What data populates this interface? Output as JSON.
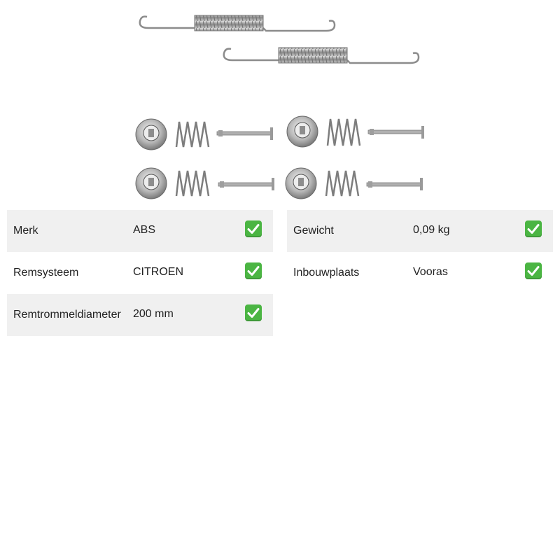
{
  "colors": {
    "check": "#4bb543",
    "row_shade": "#f0f0f0"
  },
  "product_image": {
    "icon": "brake-shoe-spring-kit-icon"
  },
  "specs_left": [
    {
      "label": "Merk",
      "value": "ABS",
      "icon": "check-icon"
    },
    {
      "label": "Remsysteem",
      "value": "CITROEN",
      "icon": "check-icon"
    },
    {
      "label": "Remtrommeldiameter",
      "value": "200 mm",
      "icon": "check-icon"
    }
  ],
  "specs_right": [
    {
      "label": "Gewicht",
      "value": "0,09 kg",
      "icon": "check-icon"
    },
    {
      "label": "Inbouwplaats",
      "value": "Vooras",
      "icon": "check-icon"
    }
  ]
}
